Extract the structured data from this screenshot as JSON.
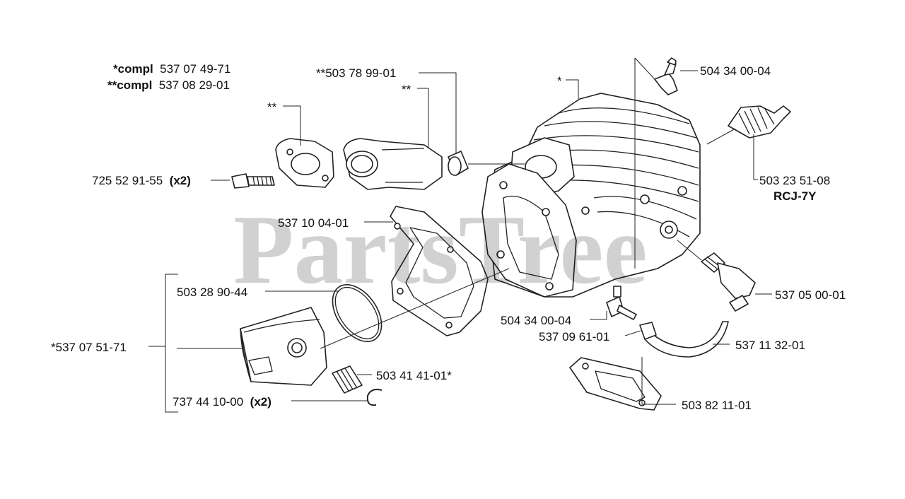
{
  "watermark": "PartsTree",
  "callouts": {
    "compl1_prefix": "*compl",
    "compl1_num": "537 07 49-71",
    "compl2_prefix": "**compl",
    "compl2_num": "537 08 29-01",
    "star_star_manifold": "**",
    "part_503_78_99_01": "**503 78 99-01",
    "star_star_intake": "**",
    "star_cylinder": "*",
    "part_504_34_00_04_top": "504 34 00-04",
    "part_725_52_91_55": "725 52 91-55",
    "qty_screw": "(x2)",
    "part_503_23_51_08": "503 23 51-08",
    "spark_plug_type": "RCJ-7Y",
    "part_537_10_04_01": "537 10 04-01",
    "part_503_28_90_44": "503 28 90-44",
    "part_537_05_00_01": "537 05 00-01",
    "part_504_34_00_04_bottom": "504 34 00-04",
    "part_537_09_61_01": "537 09 61-01",
    "part_537_11_32_01": "537 11 32-01",
    "part_537_07_51_71": "*537 07 51-71",
    "part_503_41_41_01": "503 41 41-01*",
    "part_737_44_10_00": "737 44 10-00",
    "qty_circlip": "(x2)",
    "part_503_82_11_01": "503 82 11-01"
  }
}
